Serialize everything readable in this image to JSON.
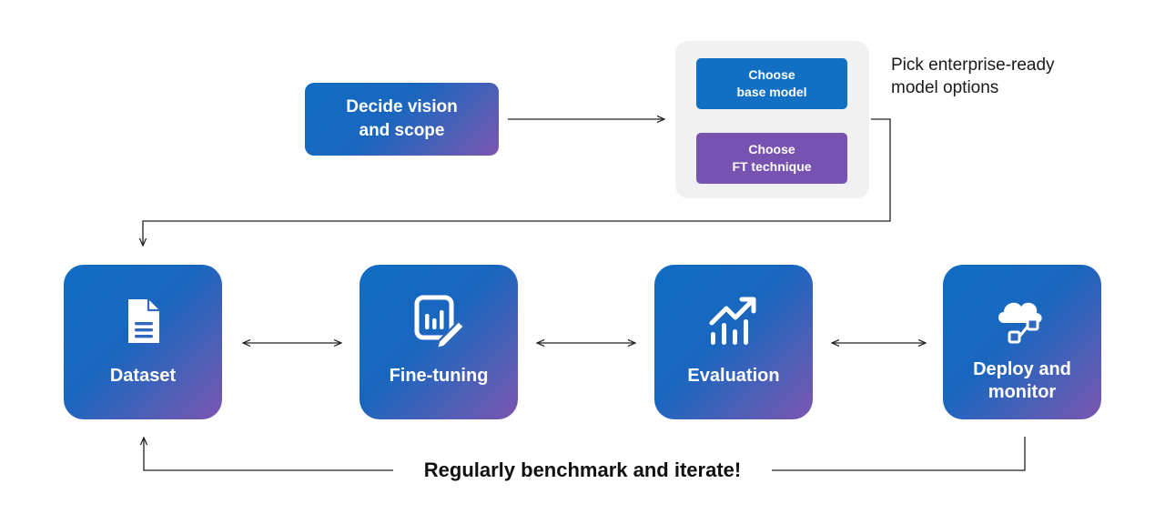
{
  "vision_box": {
    "label": "Decide vision\nand scope"
  },
  "model_options": {
    "base_model": "Choose\nbase model",
    "ft_technique": "Choose\nFT technique",
    "caption": "Pick enterprise-ready\nmodel options"
  },
  "stages": [
    {
      "label": "Dataset",
      "icon": "document-icon"
    },
    {
      "label": "Fine-tuning",
      "icon": "chart-pencil-icon"
    },
    {
      "label": "Evaluation",
      "icon": "trend-chart-icon"
    },
    {
      "label": "Deploy and\nmonitor",
      "icon": "cloud-network-icon"
    }
  ],
  "loop_caption": "Regularly benchmark and iterate!",
  "colors": {
    "blue": "#1170c4",
    "purple": "#7652b1",
    "panel": "#f1f1f1",
    "line": "#222222"
  }
}
